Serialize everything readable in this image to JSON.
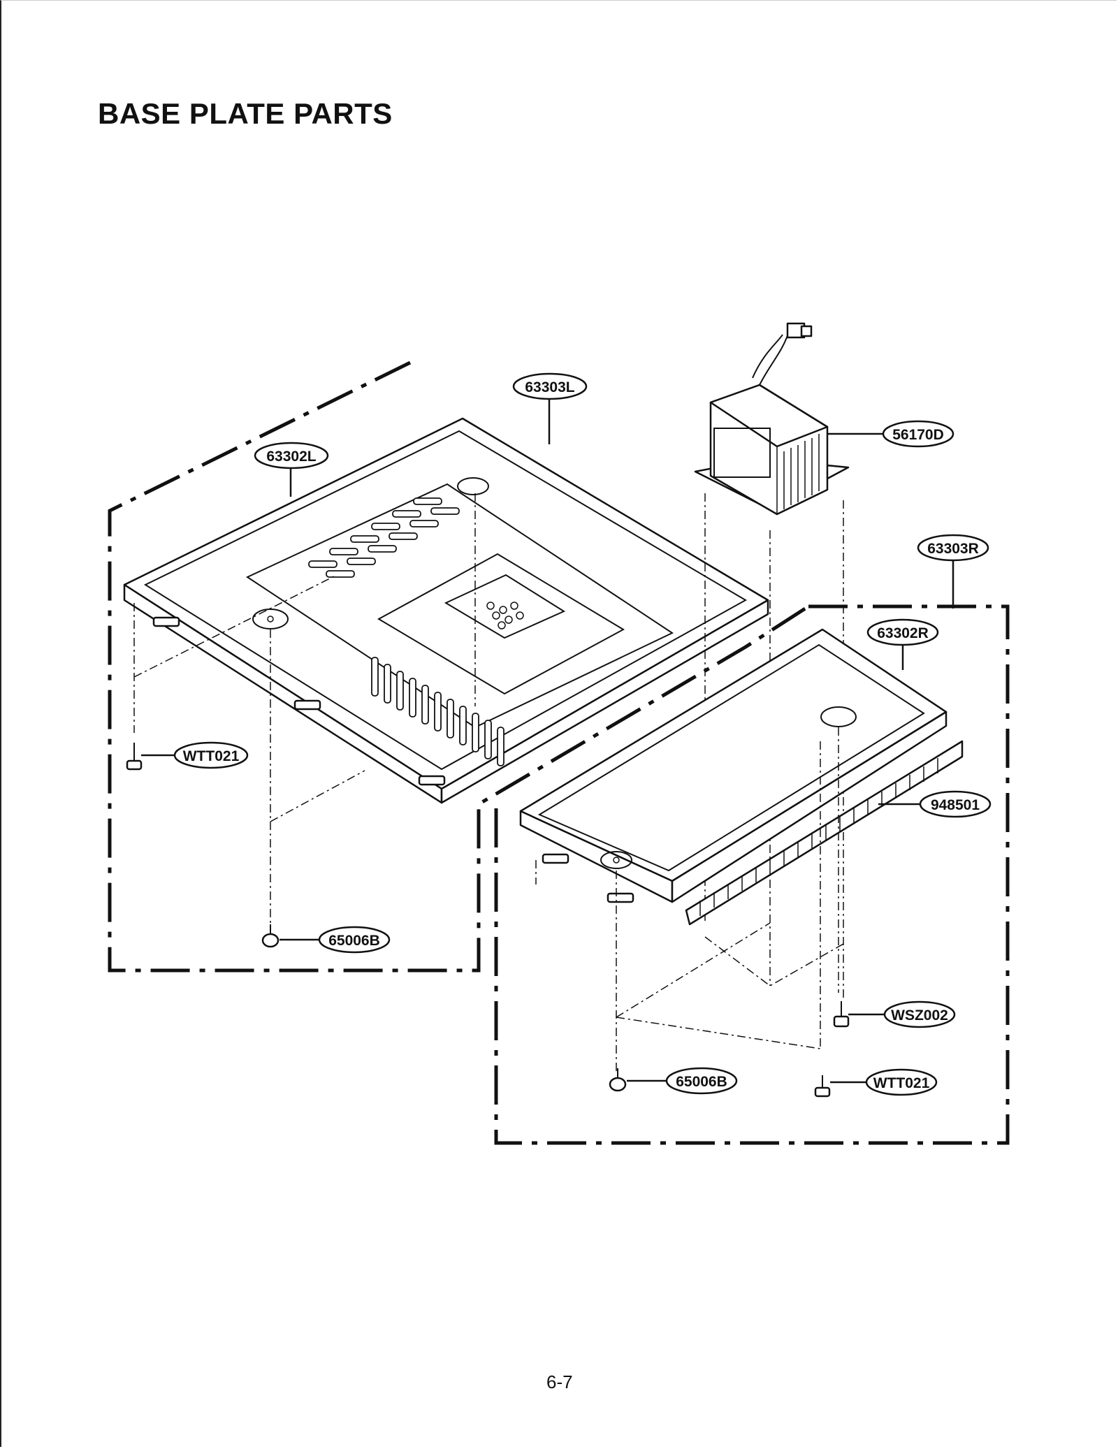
{
  "page": {
    "title": "BASE PLATE PARTS",
    "page_number": "6-7"
  },
  "callouts": [
    {
      "id": "63303L",
      "label": "63303L"
    },
    {
      "id": "63302L",
      "label": "63302L"
    },
    {
      "id": "56170D",
      "label": "56170D"
    },
    {
      "id": "63303R",
      "label": "63303R"
    },
    {
      "id": "63302R",
      "label": "63302R"
    },
    {
      "id": "948501",
      "label": "948501"
    },
    {
      "id": "WTT021_L",
      "label": "WTT021"
    },
    {
      "id": "65006B_L",
      "label": "65006B"
    },
    {
      "id": "WSZ002",
      "label": "WSZ002"
    },
    {
      "id": "65006B_R",
      "label": "65006B"
    },
    {
      "id": "WTT021_R",
      "label": "WTT021"
    }
  ]
}
